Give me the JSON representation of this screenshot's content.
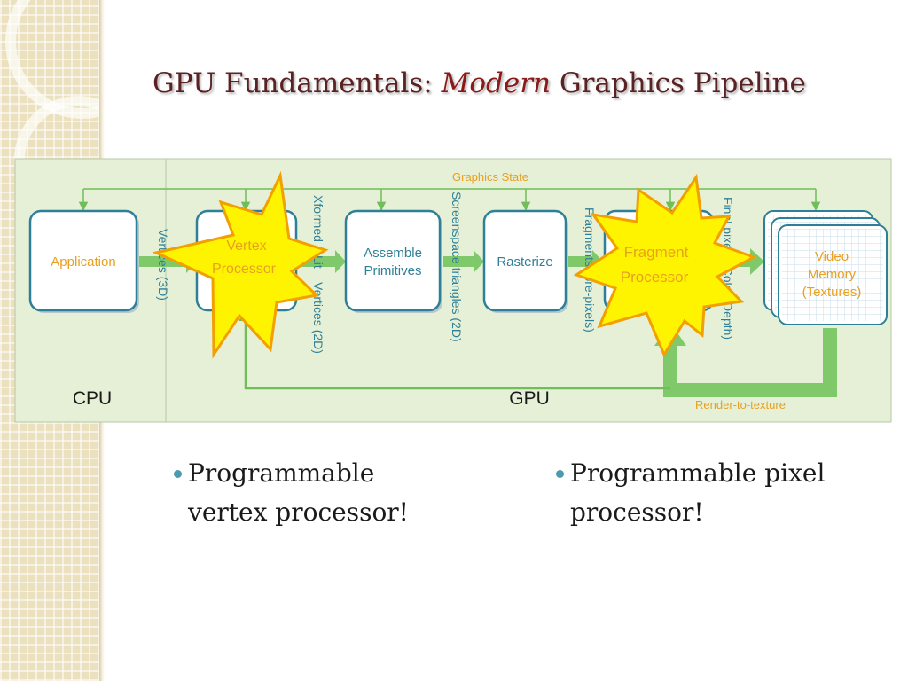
{
  "title": {
    "part1": "GPU Fundamentals: ",
    "emphasis": "Modern",
    "part2": " Graphics Pipeline"
  },
  "diagram": {
    "graphics_state": "Graphics State",
    "cpu_label": "CPU",
    "gpu_label": "GPU",
    "render_to_texture": "Render-to-texture",
    "stages": {
      "application": "Application",
      "vertex_processor": [
        "Vertex",
        "Processor"
      ],
      "assemble_primitives": [
        "Assemble",
        "Primitives"
      ],
      "rasterize": "Rasterize",
      "fragment_processor": [
        "Fragment",
        "Processor"
      ],
      "video_memory": [
        "Video",
        "Memory",
        "(Textures)"
      ]
    },
    "flow_labels": {
      "vertices_3d": "Vertices (3D)",
      "xformed": "Xformed",
      "lit": "Lit",
      "vertices_2d": "Vertices (2D)",
      "screenspace": "Screenspace triangles (2D)",
      "fragments": "Fragments (pre-pixels)",
      "final_pixels": "Final pixels (Color, Depth)"
    },
    "colors": {
      "panel_bg": "#e6f0d6",
      "box_border": "#2e7f98",
      "arrow_green": "#7fc96a",
      "thin_arrow": "#6fbe58",
      "text_blue": "#2e7f98",
      "text_orange": "#e8a020",
      "starburst_fill": "#fff400",
      "starburst_edge": "#f2a000",
      "starburst_text": "#e8a020"
    }
  },
  "bullets": [
    [
      "Programmable",
      "vertex processor!"
    ],
    [
      "Programmable pixel",
      "processor!"
    ]
  ]
}
